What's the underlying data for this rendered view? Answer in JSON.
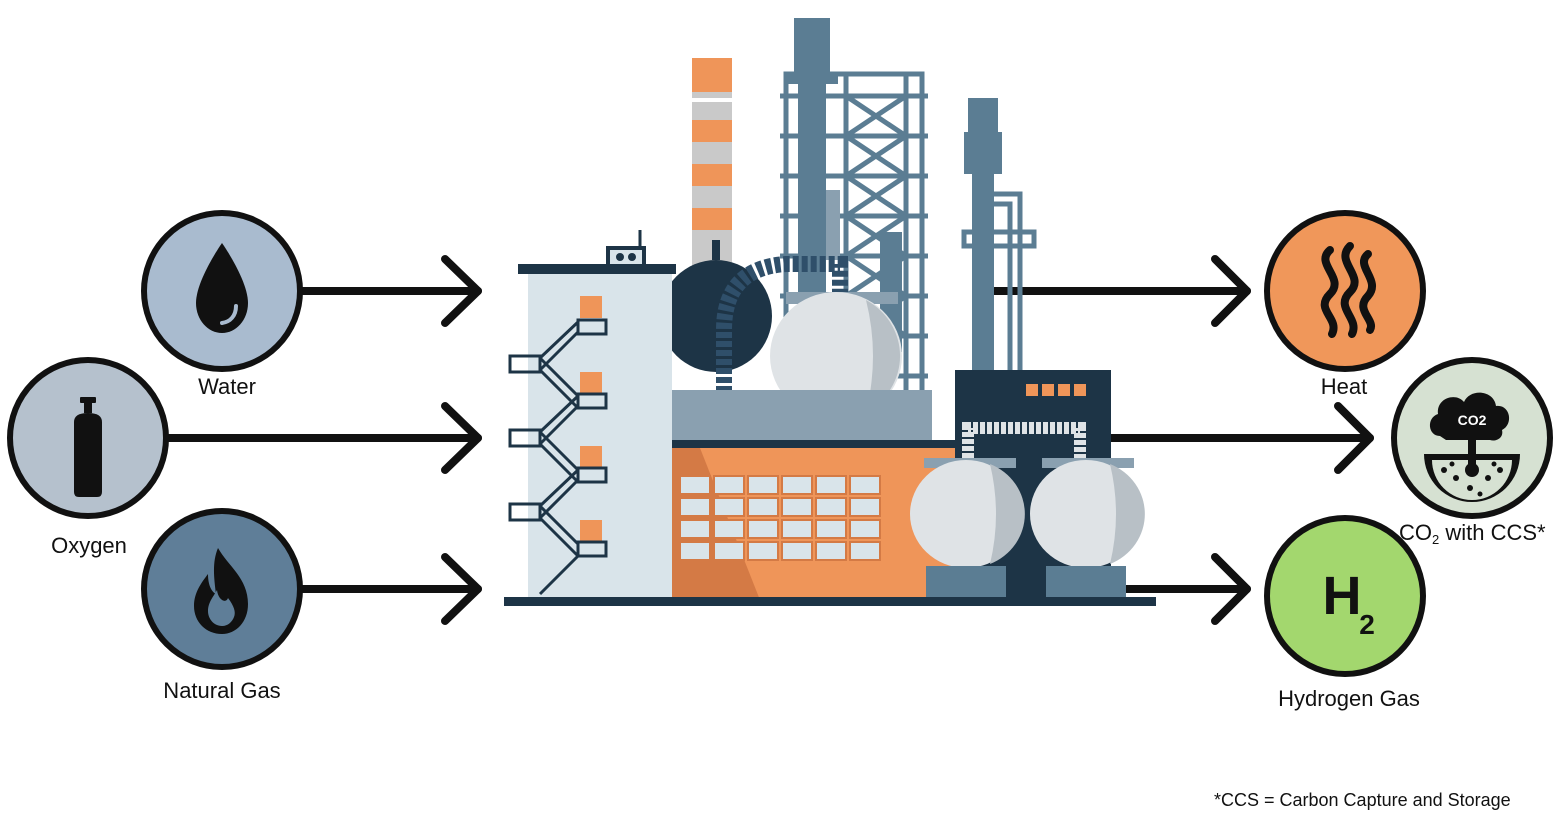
{
  "inputs": {
    "water": {
      "label": "Water",
      "icon": "water-drop-icon",
      "color": "#a9bbcf"
    },
    "oxygen": {
      "label": "Oxygen",
      "icon": "oxygen-cylinder-icon",
      "color": "#b5c1cd"
    },
    "natural_gas": {
      "label": "Natural Gas",
      "icon": "flame-icon",
      "color": "#5f7e98"
    }
  },
  "outputs": {
    "heat": {
      "label": "Heat",
      "icon": "heat-waves-icon",
      "color": "#f0975a"
    },
    "co2": {
      "label_main": "CO",
      "label_sub": "2",
      "label_rest": " with CCS*",
      "icon": "co2-storage-icon",
      "icon_text": "CO2",
      "color": "#d6e1d2"
    },
    "hydrogen": {
      "label": "Hydrogen Gas",
      "icon": "h2-icon",
      "symbol": "H",
      "symbol_sub": "2",
      "color": "#a3d76e"
    }
  },
  "plant": {
    "icon": "industrial-plant-icon"
  },
  "colors": {
    "arrow": "#111111",
    "navy": "#1d3446",
    "steel": "#5b7d93",
    "light_steel": "#8aa0b0",
    "pale": "#d9e4ea",
    "orange": "#ef9559",
    "dark_orange": "#d47a45",
    "gray_band": "#c9c9c9",
    "tank": "#dfe3e6",
    "tank_shade": "#b8c0c6"
  },
  "footnote": "*CCS = Carbon Capture and Storage"
}
